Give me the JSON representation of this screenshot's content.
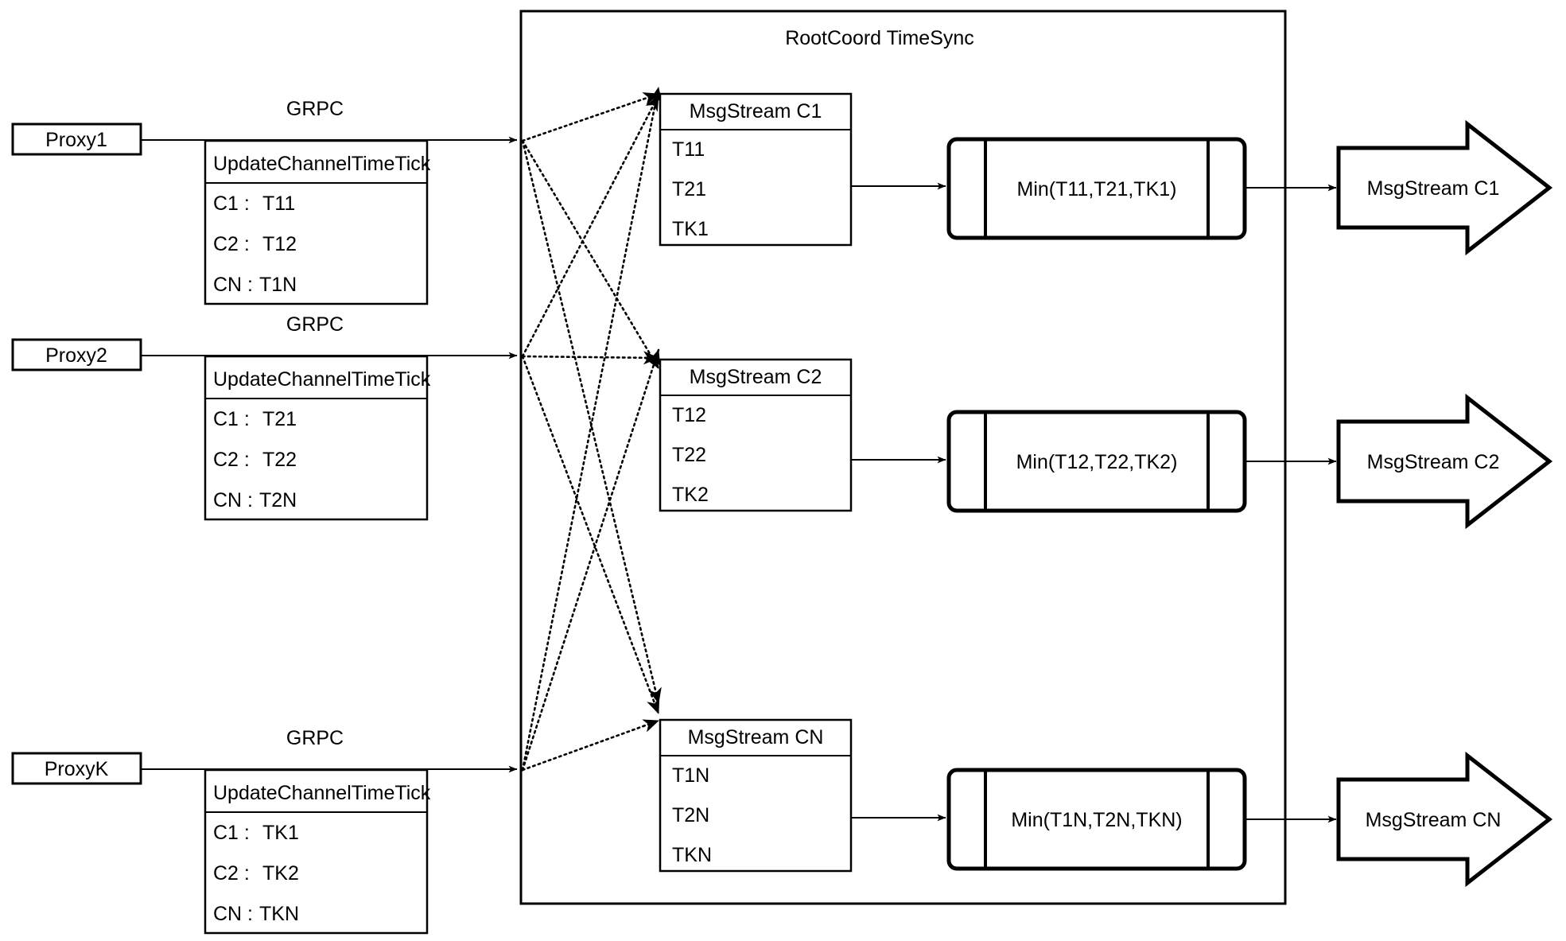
{
  "diagram": {
    "title": "RootCoord TimeSync",
    "container_label": "RootCoord TimeSync",
    "protocol_label": "GRPC",
    "rpc_name": "UpdateChannelTimeTick",
    "proxies": [
      {
        "name": "Proxy1",
        "protocol": "GRPC",
        "rpc": "UpdateChannelTimeTick",
        "entries": [
          {
            "channel": "C1 :",
            "tick": "T11"
          },
          {
            "channel": "C2 :",
            "tick": "T12"
          },
          {
            "channel": "CN :",
            "tick": "T1N"
          }
        ]
      },
      {
        "name": "Proxy2",
        "protocol": "GRPC",
        "rpc": "UpdateChannelTimeTick",
        "entries": [
          {
            "channel": "C1 :",
            "tick": "T21"
          },
          {
            "channel": "C2 :",
            "tick": "T22"
          },
          {
            "channel": "CN :",
            "tick": "T2N"
          }
        ]
      },
      {
        "name": "ProxyK",
        "protocol": "GRPC",
        "rpc": "UpdateChannelTimeTick",
        "entries": [
          {
            "channel": "C1 :",
            "tick": "TK1"
          },
          {
            "channel": "C2 :",
            "tick": "TK2"
          },
          {
            "channel": "CN :",
            "tick": "TKN"
          }
        ]
      }
    ],
    "channels": [
      {
        "stream_title": "MsgStream C1",
        "ticks": [
          "T11",
          "T21",
          "TK1"
        ],
        "min_label": "Min(T11,T21,TK1)",
        "output_label": "MsgStream C1"
      },
      {
        "stream_title": "MsgStream C2",
        "ticks": [
          "T12",
          "T22",
          "TK2"
        ],
        "min_label": "Min(T12,T22,TK2)",
        "output_label": "MsgStream C2"
      },
      {
        "stream_title": "MsgStream CN",
        "ticks": [
          "T1N",
          "T2N",
          "TKN"
        ],
        "min_label": "Min(T1N,T2N,TKN)",
        "output_label": "MsgStream CN"
      }
    ],
    "colors": {
      "stroke": "#000000",
      "fill": "#ffffff",
      "text": "#000000"
    }
  }
}
